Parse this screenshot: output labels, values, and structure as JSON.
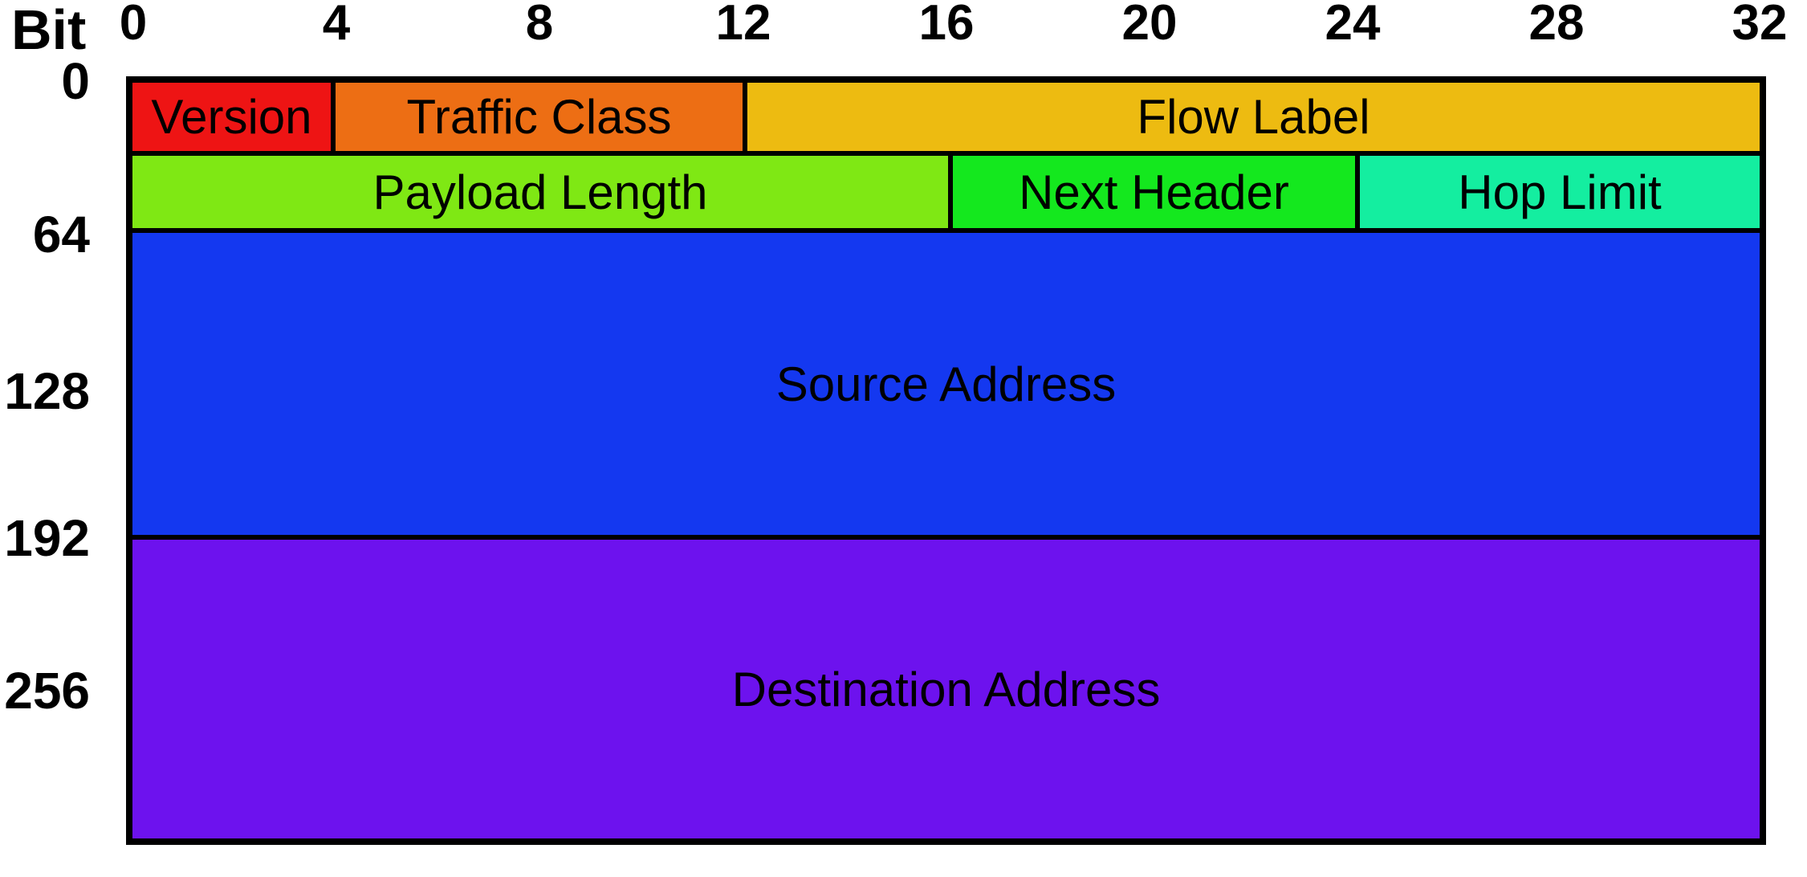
{
  "axis": {
    "title": "Bit",
    "top_ticks": [
      "0",
      "4",
      "8",
      "12",
      "16",
      "20",
      "24",
      "28",
      "32"
    ],
    "left_labels": [
      "0",
      "64",
      "128",
      "192",
      "256"
    ]
  },
  "fields": [
    {
      "label": "Version",
      "bits": "0-3",
      "color": "#ee1414"
    },
    {
      "label": "Traffic Class",
      "bits": "4-11",
      "color": "#ed6e14"
    },
    {
      "label": "Flow Label",
      "bits": "12-31",
      "color": "#edbb11"
    },
    {
      "label": "Payload Length",
      "bits": "32-47",
      "color": "#7fe814"
    },
    {
      "label": "Next Header",
      "bits": "48-55",
      "color": "#14e81e"
    },
    {
      "label": "Hop Limit",
      "bits": "56-63",
      "color": "#14eea0"
    },
    {
      "label": "Source Address",
      "bits": "64-191",
      "color": "#1438f0"
    },
    {
      "label": "Destination Address",
      "bits": "192-319",
      "color": "#6d12ee"
    }
  ]
}
